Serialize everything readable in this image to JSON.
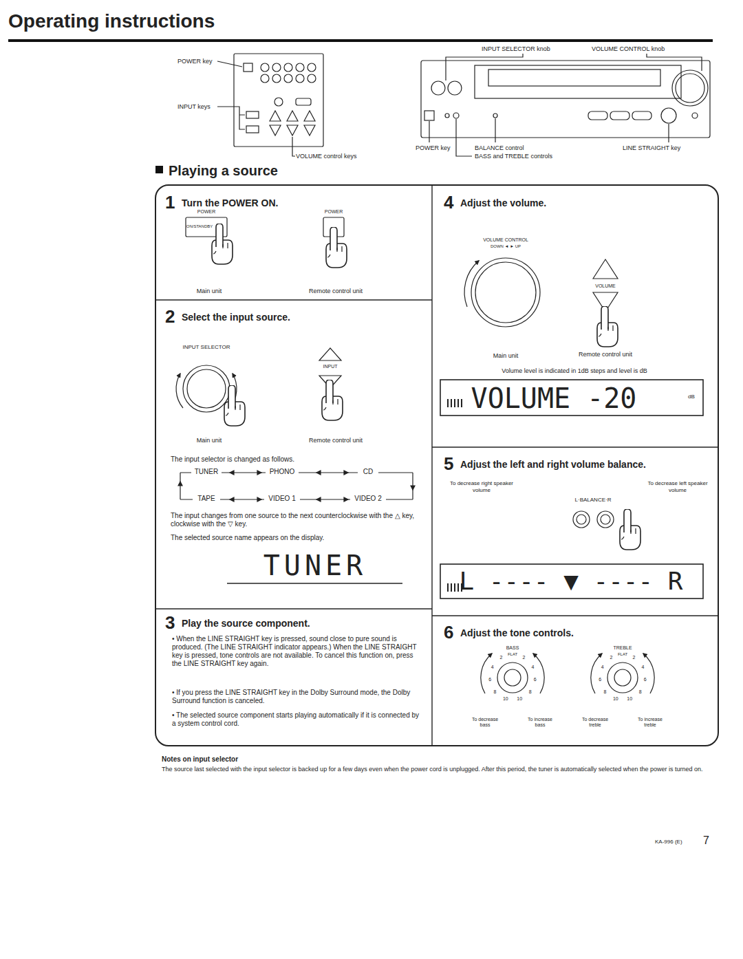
{
  "diagram": {
    "title": "Operating instructions",
    "nodes": [
      {
        "text": [
          "Playing a source"
        ]
      },
      {
        "text": [
          "1",
          "Turn the POWER ON."
        ],
        "in": 0
      },
      {
        "text": [
          "2",
          "Select the input source.",
          "The input selector is changed as follows.",
          "The input changes from one source to the next counterclockwise with the △ key, clockwise with the ▽ key.",
          "The selected source name appears on the display."
        ],
        "in": 0
      },
      {
        "text": [
          "3",
          "Play the source component.",
          "• When the LINE STRAIGHT key is pressed, sound close to pure sound is produced. (The LINE STRAIGHT indicator appears.) When the LINE STRAIGHT key is pressed, tone controls are not available. To cancel this function on, press the LINE STRAIGHT key again.",
          "• If you press the LINE STRAIGHT key in the Dolby Surround mode, the Dolby Surround function is canceled.",
          "• The selected source component starts playing automatically if it is connected by a system control cord."
        ],
        "in": 0
      },
      {
        "text": [
          "4",
          "Adjust the volume.",
          "Volume level is indicated in 1dB steps and level is dB"
        ],
        "in": 0
      },
      {
        "text": [
          "5",
          "Adjust the left and right volume balance."
        ],
        "in": 0
      },
      {
        "text": [
          "6",
          "Adjust the tone controls."
        ],
        "in": 0
      }
    ],
    "labels": [
      "POWER key",
      "INPUT keys",
      "VOLUME control keys",
      "INPUT SELECTOR knob",
      "VOLUME CONTROL knob",
      "POWER key",
      "BALANCE control",
      "BASS and TREBLE controls",
      "LINE STRAIGHT key",
      "POWER",
      "ON/STANDBY",
      "POWER",
      "Main unit",
      "Remote control unit",
      "INPUT SELECTOR",
      "INPUT",
      "Main unit",
      "Remote control unit",
      "TUNER",
      "PHONO",
      "CD",
      "VIDEO 2",
      "VIDEO 1",
      "TAPE",
      "TUNER",
      "VOLUME CONTROL",
      "DOWN ◄ ► UP",
      "VOLUME",
      "Main unit",
      "Remote control unit",
      "VOLUME -20",
      "dB",
      "To decrease right speaker volume",
      "L·BALANCE·R",
      "To decrease left speaker volume",
      "L ---- ▼ ---- R",
      "BASS",
      "FLAT",
      "2",
      "2",
      "4",
      "4",
      "6",
      "6",
      "8",
      "8",
      "10",
      "10",
      "TREBLE",
      "FLAT",
      "2",
      "2",
      "4",
      "4",
      "6",
      "6",
      "8",
      "8",
      "10",
      "10",
      "To decrease bass",
      "To increase bass",
      "To decrease treble",
      "To increase treble",
      "Notes on input selector",
      "The source last selected with the input selector is backed up for a few days even when the power cord is unplugged. After this period, the tuner is automatically selected when the power is turned on.",
      "KA-996 (E)",
      "7"
    ]
  }
}
